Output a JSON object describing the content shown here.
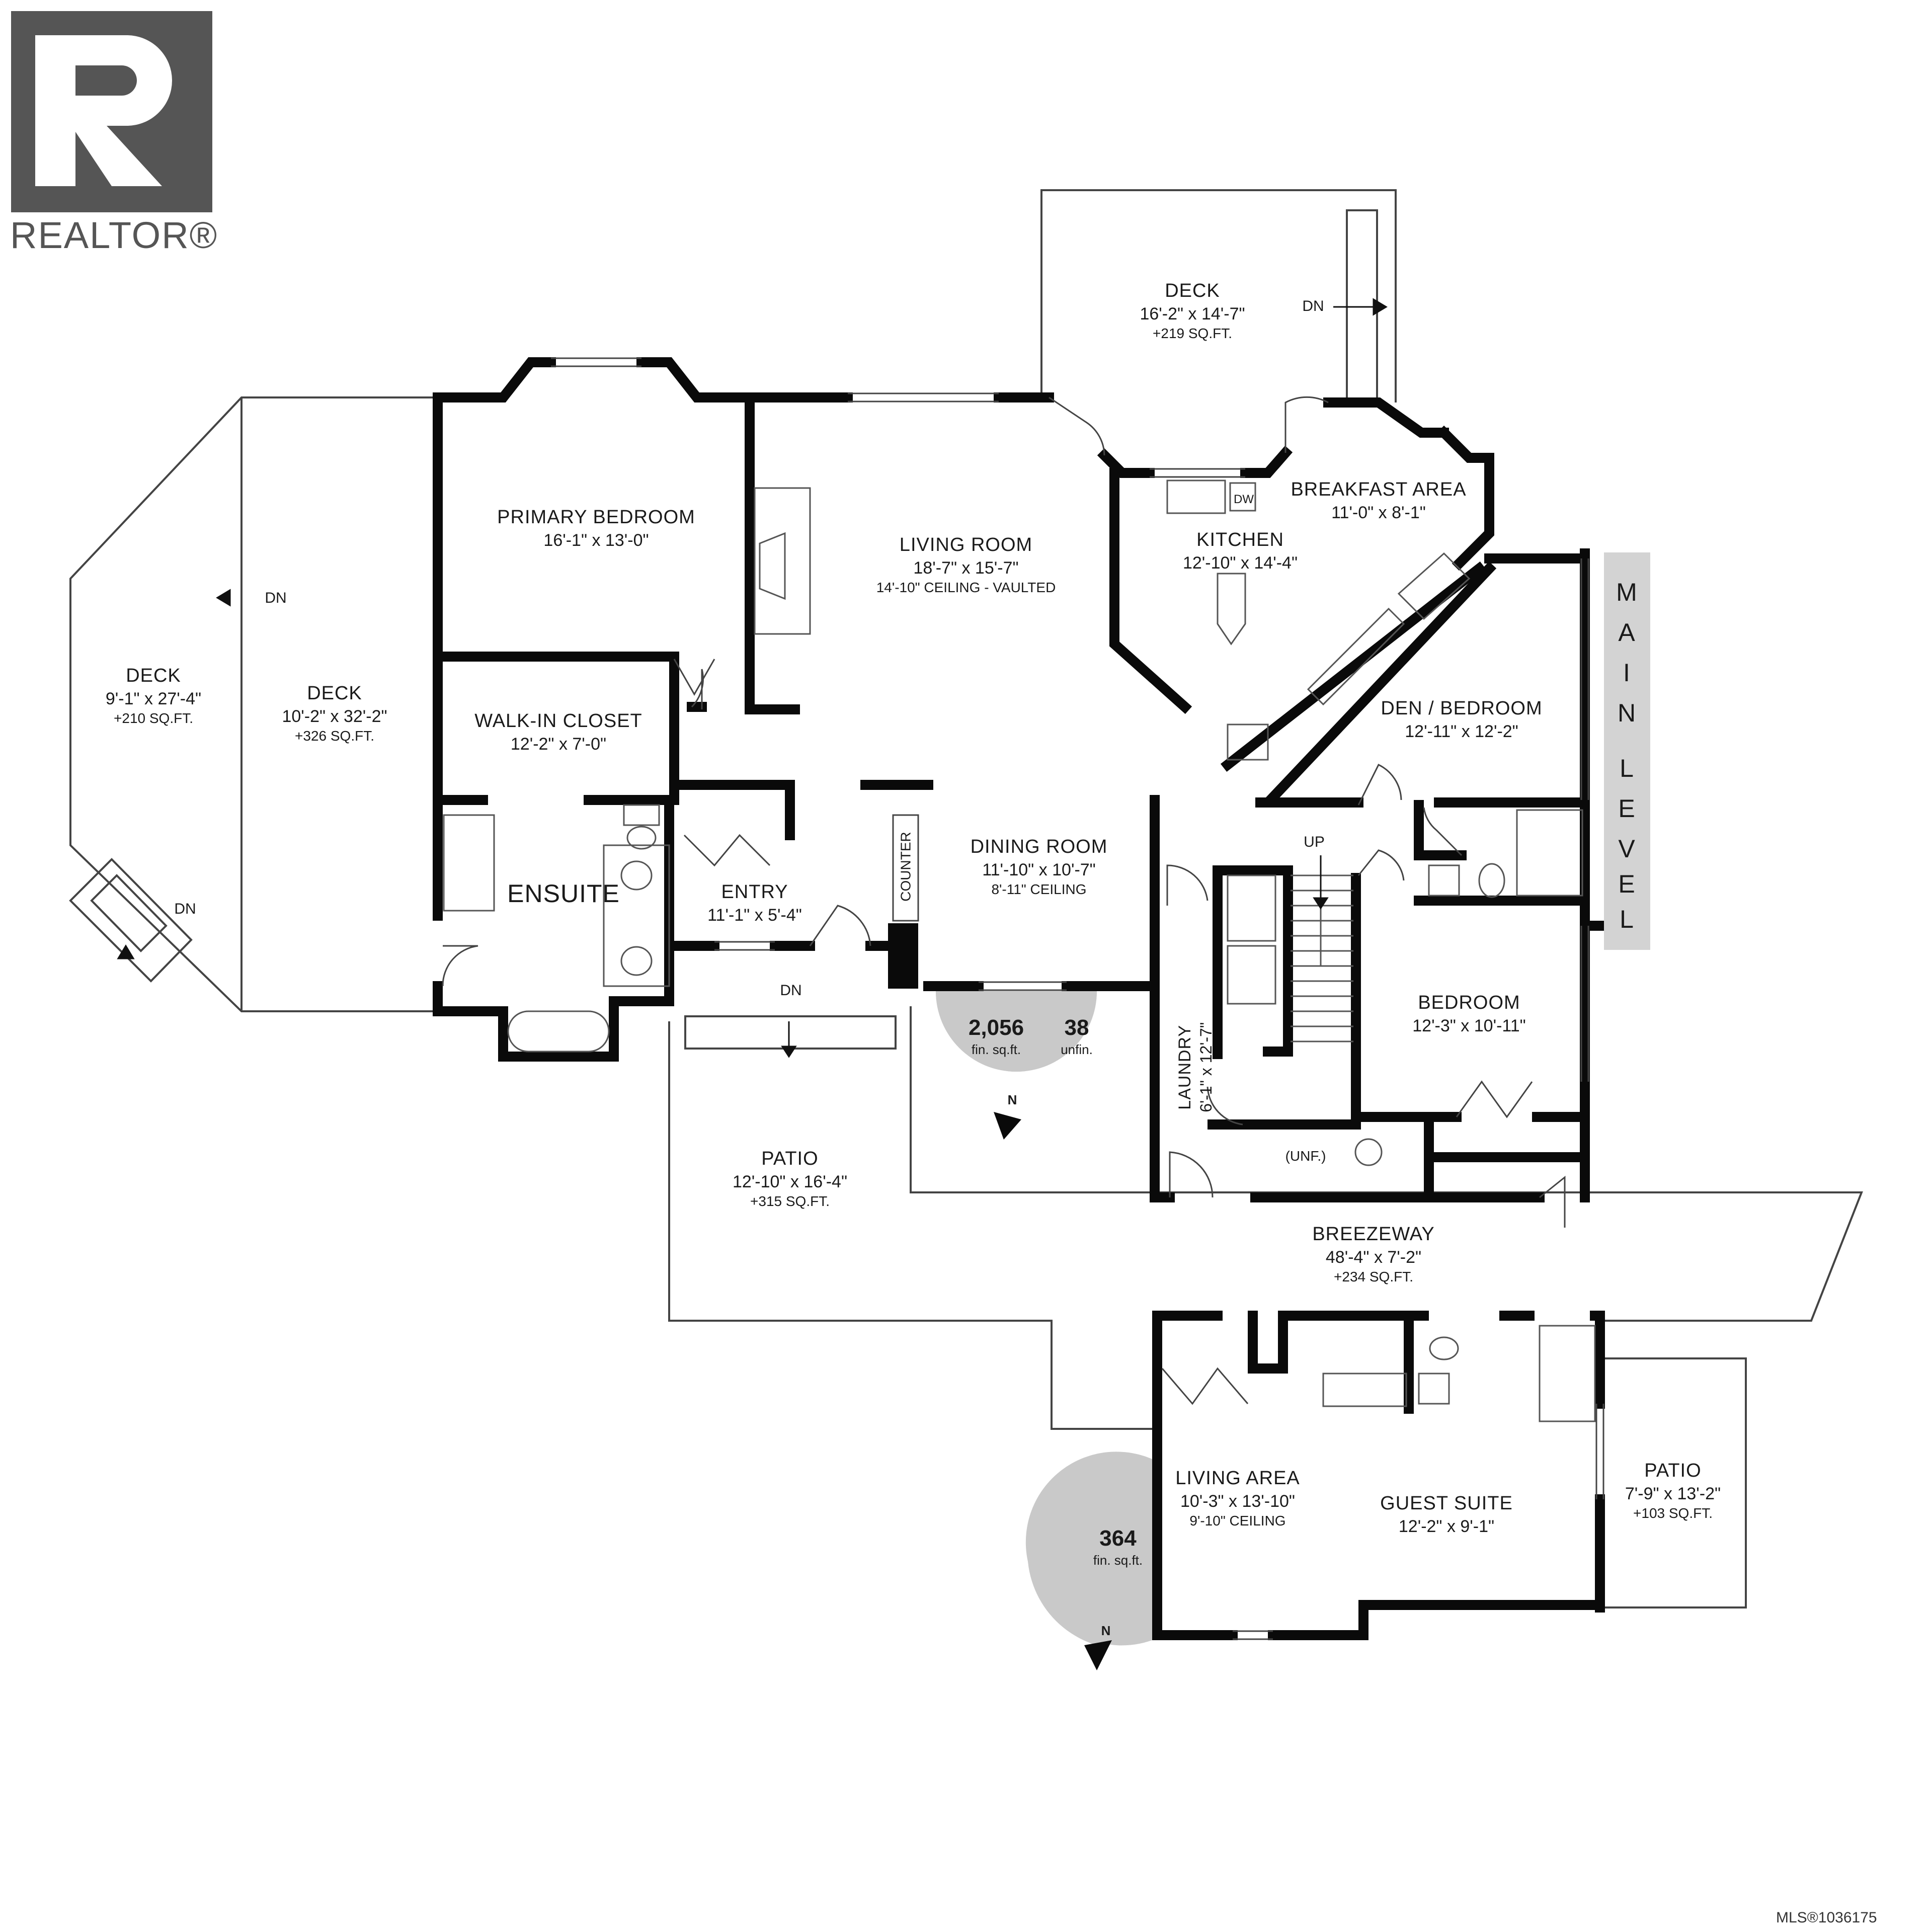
{
  "logo": {
    "text": "REALTOR®",
    "name": "realtor-logo"
  },
  "level": {
    "letters": [
      "M",
      "A",
      "I",
      "N",
      "L",
      "E",
      "V",
      "E",
      "L"
    ]
  },
  "mls": "MLS®1036175",
  "rooms": {
    "deck_top": {
      "name": "DECK",
      "dim": "16'-2\" x 14'-7\"",
      "area": "+219 SQ.FT."
    },
    "primary_bedroom": {
      "name": "PRIMARY BEDROOM",
      "dim": "16'-1\" x 13'-0\""
    },
    "living_room": {
      "name": "LIVING ROOM",
      "dim": "18'-7\" x 15'-7\"",
      "note": "14'-10\" CEILING - VAULTED"
    },
    "kitchen": {
      "name": "KITCHEN",
      "dim": "12'-10\" x 14'-4\""
    },
    "breakfast_area": {
      "name": "BREAKFAST AREA",
      "dim": "11'-0\" x 8'-1\""
    },
    "deck_far_left": {
      "name": "DECK",
      "dim": "9'-1\" x 27'-4\"",
      "area": "+210 SQ.FT."
    },
    "deck_left": {
      "name": "DECK",
      "dim": "10'-2\" x 32'-2\"",
      "area": "+326 SQ.FT."
    },
    "walk_in_closet": {
      "name": "WALK-IN CLOSET",
      "dim": "12'-2\" x 7'-0\""
    },
    "den_bedroom": {
      "name": "DEN / BEDROOM",
      "dim": "12'-11\" x 12'-2\""
    },
    "ensuite": {
      "name": "ENSUITE"
    },
    "entry": {
      "name": "ENTRY",
      "dim": "11'-1\" x 5'-4\""
    },
    "dining_room": {
      "name": "DINING ROOM",
      "dim": "11'-10\" x 10'-7\"",
      "note": "8'-11\" CEILING"
    },
    "laundry": {
      "name": "LAUNDRY",
      "dim": "6'-1\" x 12'-7\""
    },
    "bedroom": {
      "name": "BEDROOM",
      "dim": "12'-3\" x 10'-11\""
    },
    "unf": {
      "name": "(UNF.)"
    },
    "patio_main": {
      "name": "PATIO",
      "dim": "12'-10\" x 16'-4\"",
      "area": "+315 SQ.FT."
    },
    "breezeway": {
      "name": "BREEZEWAY",
      "dim": "48'-4\" x 7'-2\"",
      "area": "+234 SQ.FT."
    },
    "living_area": {
      "name": "LIVING AREA",
      "dim": "10'-3\" x 13'-10\"",
      "note": "9'-10\" CEILING"
    },
    "guest_suite": {
      "name": "GUEST SUITE",
      "dim": "12'-2\" x 9'-1\""
    },
    "patio_small": {
      "name": "PATIO",
      "dim": "7'-9\" x 13'-2\"",
      "area": "+103 SQ.FT."
    }
  },
  "markers": {
    "dn": "DN",
    "up": "UP",
    "dw": "DW",
    "counter": "COUNTER",
    "north": "N"
  },
  "stats": {
    "main": {
      "fin": "2,056",
      "fin_label": "fin. sq.ft.",
      "unfin": "38",
      "unfin_label": "unfin."
    },
    "suite": {
      "fin": "364",
      "fin_label": "fin. sq.ft."
    }
  }
}
